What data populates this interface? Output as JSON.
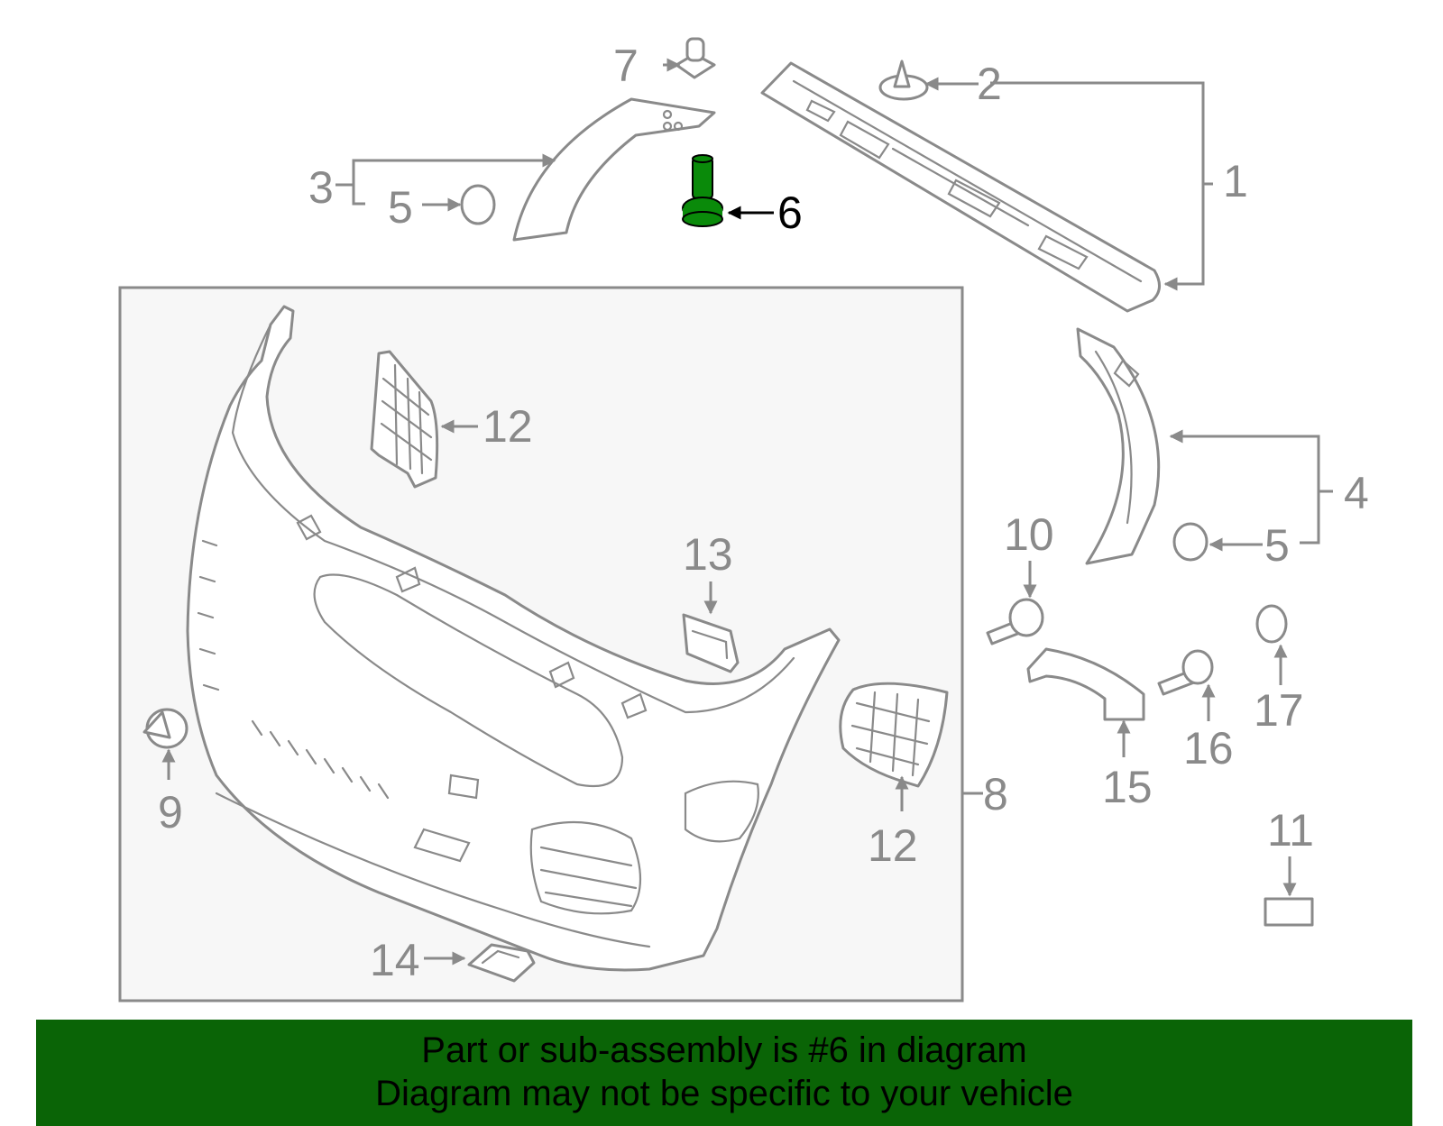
{
  "callouts": {
    "c1": "1",
    "c2": "2",
    "c3": "3",
    "c4": "4",
    "c5a": "5",
    "c5b": "5",
    "c6": "6",
    "c7": "7",
    "c8": "8",
    "c9": "9",
    "c10": "10",
    "c11": "11",
    "c12a": "12",
    "c12b": "12",
    "c13": "13",
    "c14": "14",
    "c15": "15",
    "c16": "16",
    "c17": "17"
  },
  "highlight": {
    "part_number": "6",
    "color": "#0a8a0a"
  },
  "colors": {
    "line": "#8a8a8a",
    "panel_bg": "#f7f7f7",
    "banner_bg": "#0a6406"
  },
  "banner": {
    "line1": "Part or sub-assembly is #6 in diagram",
    "line2": "Diagram may not be specific to your vehicle"
  }
}
